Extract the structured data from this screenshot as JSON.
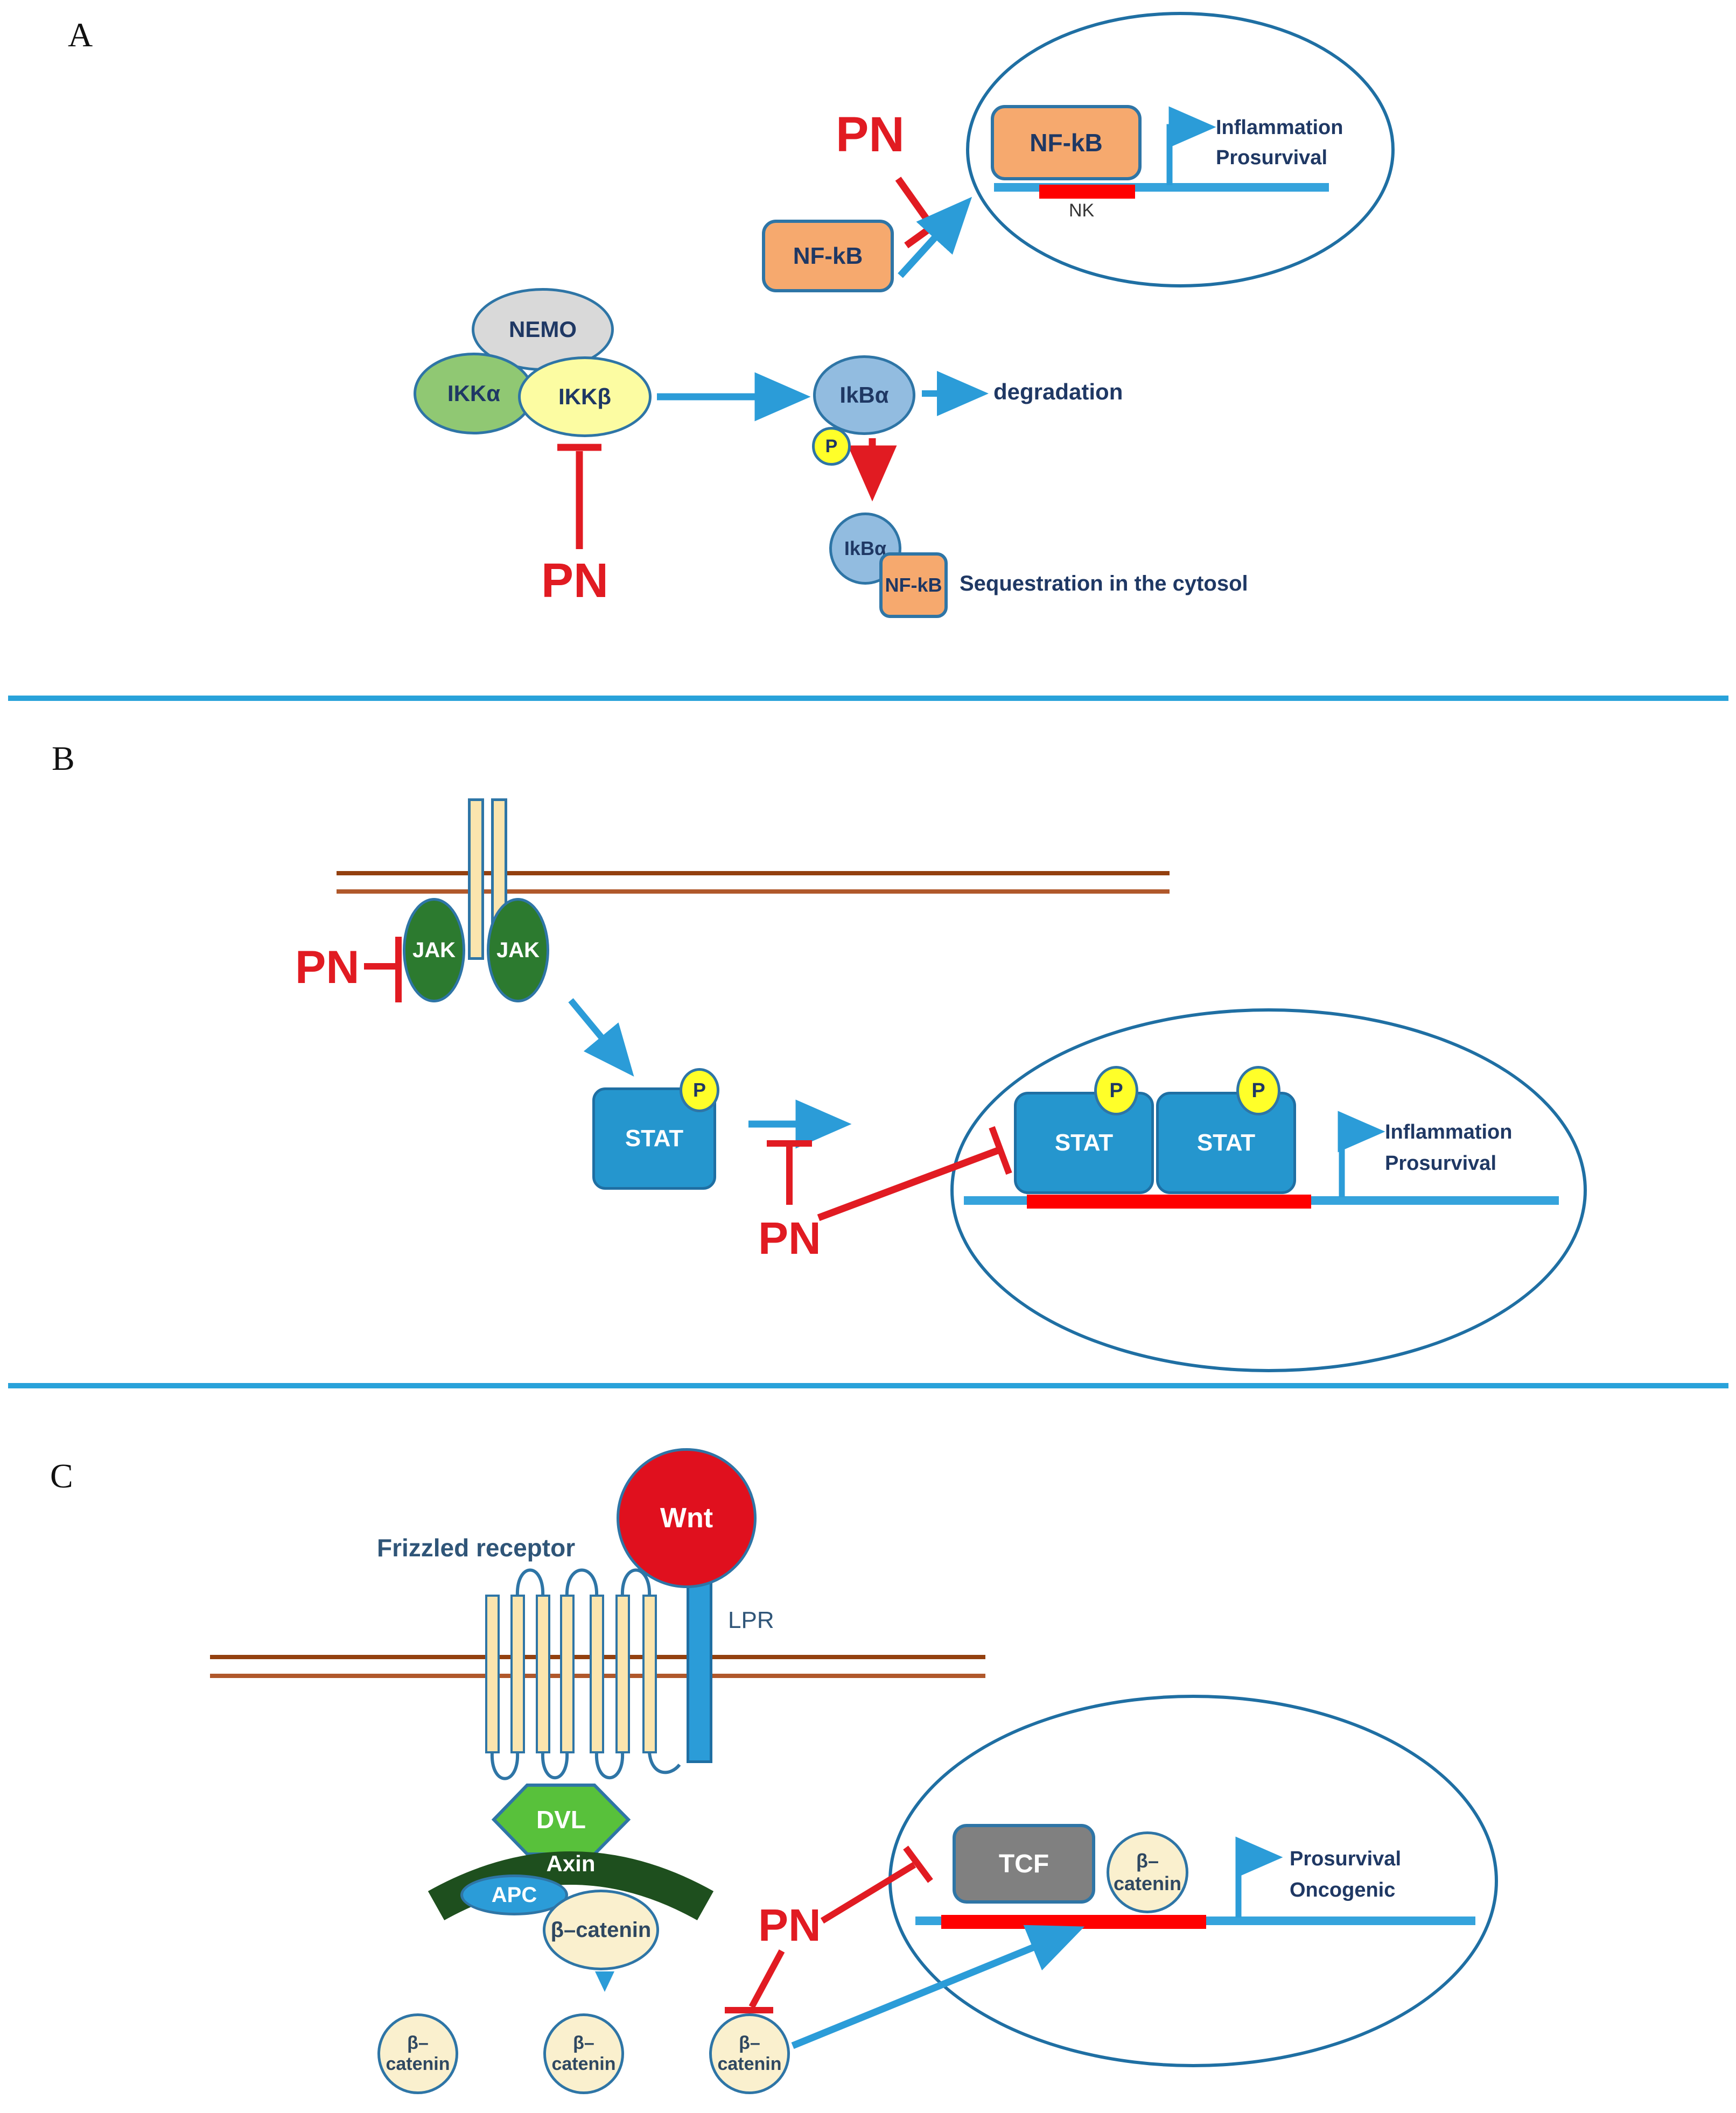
{
  "colors": {
    "node_border": "#2e75a6",
    "nucleus_border": "#1f6fa3",
    "arrow_blue": "#2B9CD8",
    "dna_blue": "#35A3DC",
    "inhibitor_red": "#E11B22",
    "dna_red": "#FF0000",
    "navy_text": "#1F3864",
    "orange_box": "#F6A96E",
    "gray_nemo": "#D9D9D9",
    "gray_tcf": "#808080",
    "green_ikka": "#90C873",
    "yellow_ikkb": "#FCFCA2",
    "blue_ikba": "#92BCE0",
    "green_jak": "#2C7A2F",
    "blue_stat": "#2596CE",
    "green_dvl": "#58C13B",
    "green_axin": "#1E4F1E",
    "blue_apc": "#2B9CD8",
    "cream_bcat": "#FAF0CE",
    "cream_receptor": "#FBE5AE",
    "membrane_dark": "#93400F",
    "membrane_light": "#B0582B",
    "red_wnt": "#E0101E",
    "yellow_p": "#FFFF29",
    "divider_blue": "#29A2DA"
  },
  "panel_a": {
    "label": "A",
    "pn_top": "PN",
    "pn_bottom": "PN",
    "nemo": "NEMO",
    "ikk_alpha": "IKKα",
    "ikk_beta": "IKKβ",
    "ikb_alpha": "IkBα",
    "phospho": "P",
    "nfkb_cytosol": "NF-kB",
    "degradation": "degradation",
    "ikb_alpha_seq": "IkBα",
    "nfkb_seq": "NF-kB",
    "sequestration": "Sequestration in the cytosol",
    "nucleus": {
      "nfkb": "NF-kB",
      "nk": "NK",
      "inflammation": "Inflammation",
      "prosurvival": "Prosurvival"
    }
  },
  "panel_b": {
    "label": "B",
    "pn_left": "PN",
    "pn_mid": "PN",
    "jak_left": "JAK",
    "jak_right": "JAK",
    "stat": "STAT",
    "phospho": "P",
    "nucleus": {
      "stat1": "STAT",
      "stat2": "STAT",
      "p1": "P",
      "p2": "P",
      "inflammation": "Inflammation",
      "prosurvival": "Prosurvival"
    }
  },
  "panel_c": {
    "label": "C",
    "pn": "PN",
    "frizzled": "Frizzled receptor",
    "wnt": "Wnt",
    "lpr": "LPR",
    "dvl": "DVL",
    "axin": "Axin",
    "apc": "APC",
    "beta_catenin_complex": "β–catenin",
    "beta_catenin_1": "β–catenin",
    "beta_catenin_2": "β–catenin",
    "beta_catenin_3": "β–catenin",
    "nucleus": {
      "tcf": "TCF",
      "beta_catenin": "β–catenin",
      "prosurvival": "Prosurvival",
      "oncogenic": "Oncogenic"
    }
  }
}
